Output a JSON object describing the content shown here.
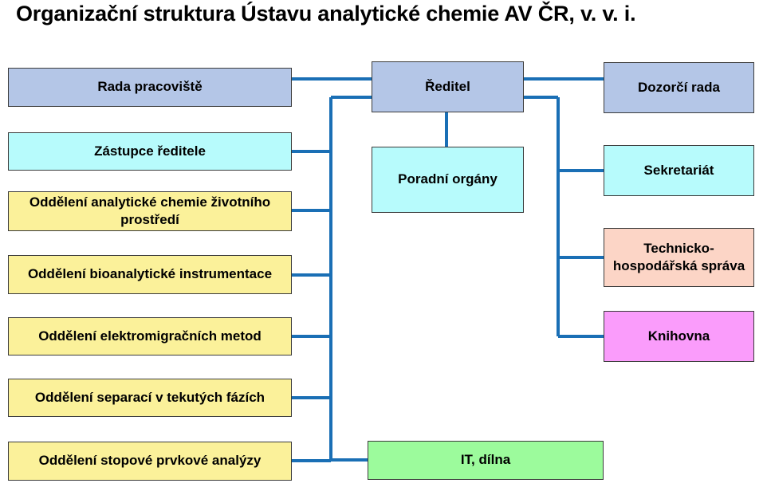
{
  "title": "Organizační struktura Ústavu analytické chemie AV ČR, v. v. i.",
  "colors": {
    "line": "#1a6fb5",
    "governance": "#b4c6e7",
    "support": "#b7fbfc",
    "department": "#fbf19a",
    "admin": "#fcd5c6",
    "library": "#fa9cfb",
    "it": "#9cfb9c"
  },
  "boxes": {
    "rada_pracoviste": "Rada pracoviště",
    "reditel": "Ředitel",
    "dozorci_rada": "Dozorčí rada",
    "zastupce_reditele": "Zástupce ředitele",
    "poradni_organy": "Poradní orgány",
    "sekretariat": "Sekretariát",
    "oddeleni_zivotniho_prostredi": "Oddělení analytické  chemie životního prostředí",
    "oddeleni_bioanalyticke": "Oddělení bioanalytické instrumentace",
    "technicko_hospodarska": "Technicko-hospodářská správa",
    "oddeleni_elektromigracnich": "Oddělení elektromigračních  metod",
    "knihovna": "Knihovna",
    "oddeleni_separaci": "Oddělení separací v tekutých fázích",
    "oddeleni_stopove": "Oddělení stopové prvkové analýzy",
    "it_dilna": "IT, dílna"
  }
}
